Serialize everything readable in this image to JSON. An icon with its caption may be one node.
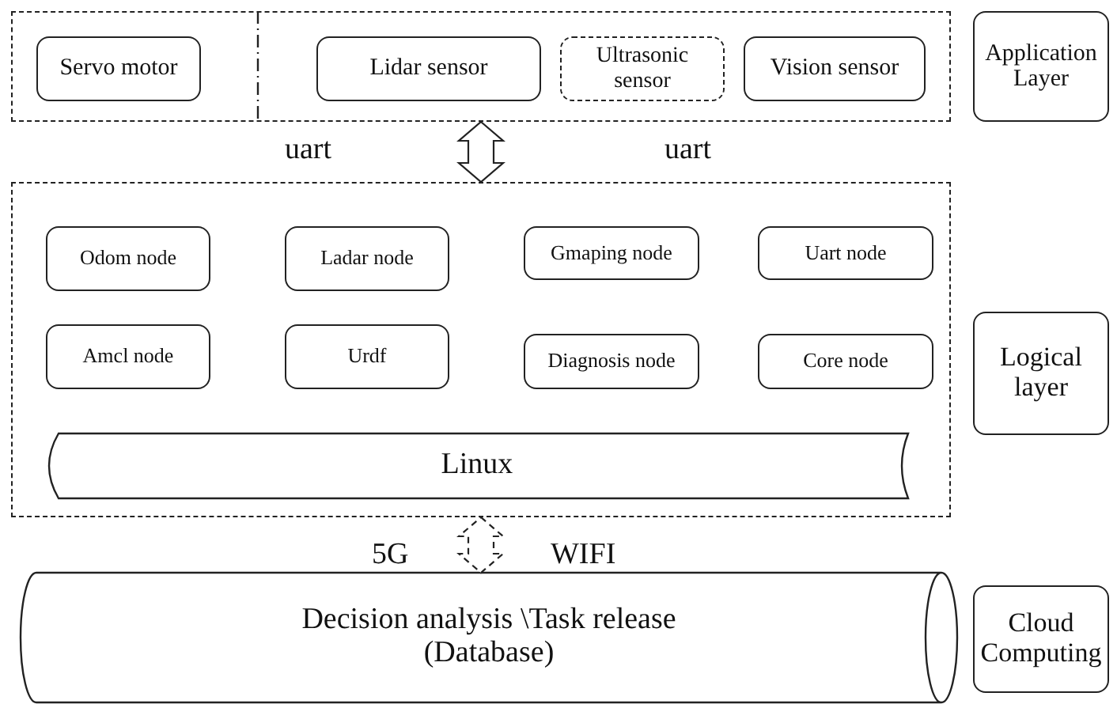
{
  "diagram": {
    "nodes": [
      {
        "text": [],
        "shape": "box"
      },
      {
        "text": [
          "Servo motor"
        ],
        "in": 0
      },
      {
        "text": [
          "Lidar sensor"
        ],
        "in": 0
      },
      {
        "text": [
          "Ultrasonic sensor"
        ],
        "in": 0
      },
      {
        "text": [
          "Vision sensor"
        ],
        "in": 0
      },
      {
        "text": [
          "Application Layer"
        ]
      },
      {
        "text": [],
        "shape": "box"
      },
      {
        "text": [
          "Odom node"
        ],
        "in": 6
      },
      {
        "text": [
          "Ladar node"
        ],
        "in": 6
      },
      {
        "text": [
          "Gmaping node"
        ],
        "in": 6
      },
      {
        "text": [
          "Uart node"
        ],
        "in": 6
      },
      {
        "text": [
          "Amcl node"
        ],
        "in": 6
      },
      {
        "text": [
          "Urdf"
        ],
        "in": 6
      },
      {
        "text": [
          "Diagnosis node"
        ],
        "in": 6
      },
      {
        "text": [
          "Core node"
        ],
        "in": 6
      },
      {
        "text": [
          "Linux"
        ],
        "in": 6
      },
      {
        "text": [
          "Logical layer"
        ]
      },
      {
        "text": [
          "Decision analysis \\Task release",
          "(Database)"
        ]
      },
      {
        "text": [
          "Cloud Computing"
        ]
      }
    ],
    "edges": [
      {
        "from": 0,
        "to": 6,
        "arrow": "both"
      },
      {
        "from": 6,
        "to": 17,
        "arrow": "both",
        "style": "dashed"
      }
    ],
    "labels": [
      "uart",
      "uart",
      "5G",
      "WIFI"
    ]
  }
}
